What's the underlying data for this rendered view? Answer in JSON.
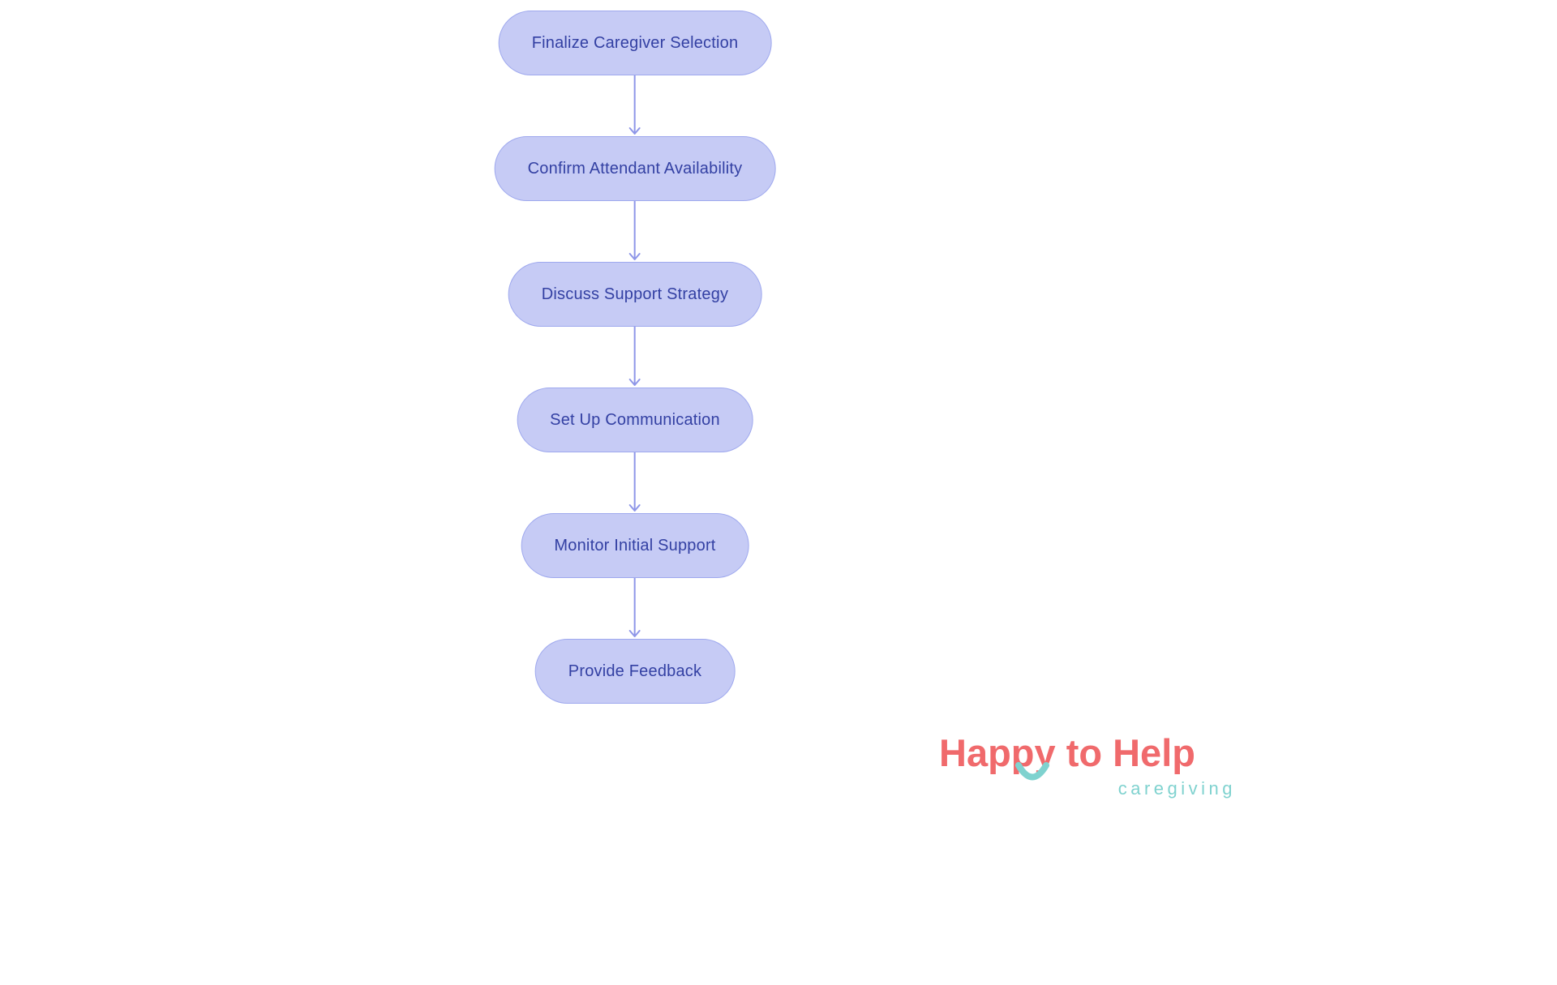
{
  "flowchart": {
    "type": "flowchart",
    "direction": "top-down",
    "nodes": [
      {
        "label": "Finalize Caregiver Selection"
      },
      {
        "label": "Confirm Attendant Availability"
      },
      {
        "label": "Discuss Support Strategy"
      },
      {
        "label": "Set Up Communication"
      },
      {
        "label": "Monitor Initial Support"
      },
      {
        "label": "Provide Feedback"
      }
    ],
    "edges": [
      [
        0,
        1
      ],
      [
        1,
        2
      ],
      [
        2,
        3
      ],
      [
        3,
        4
      ],
      [
        4,
        5
      ]
    ],
    "colors": {
      "node_fill": "#c6cbf5",
      "node_border": "#9ea8ee",
      "node_text": "#3340a3",
      "arrow": "#8e96e8"
    }
  },
  "logo": {
    "wordmark": "Happy to Help",
    "tagline": "caregiving",
    "colors": {
      "wordmark": "#f06a6c",
      "tagline": "#7fd2cf",
      "smile": "#7fd2cf"
    }
  },
  "background_color": "#ffffff"
}
